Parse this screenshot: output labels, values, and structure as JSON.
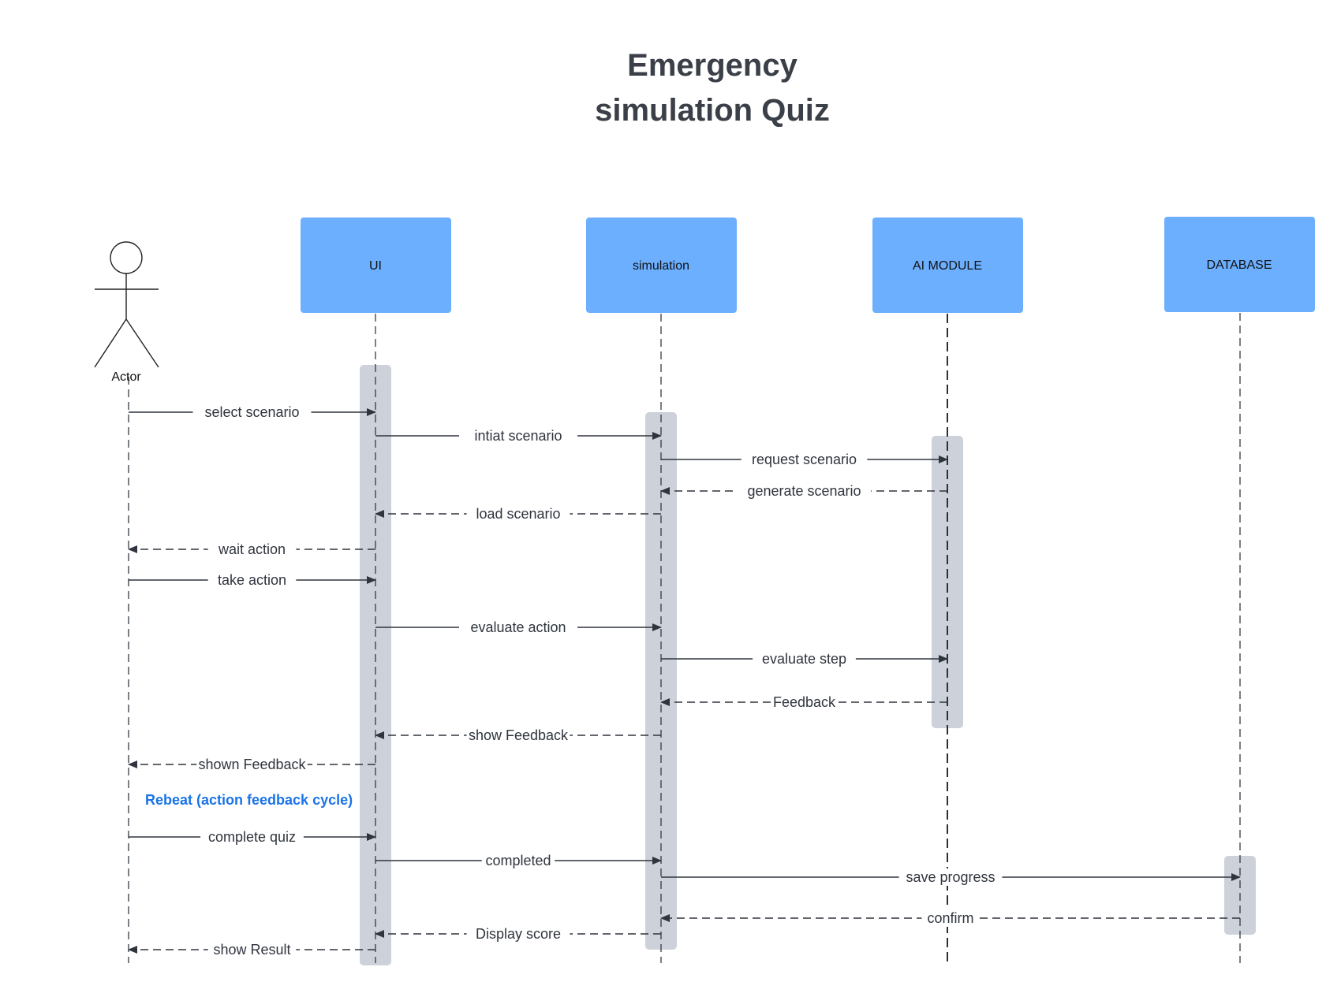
{
  "title": {
    "line1": "Emergency",
    "line2": "simulation Quiz"
  },
  "actor": {
    "label": "Actor"
  },
  "participants": [
    {
      "id": "ui",
      "label": "UI"
    },
    {
      "id": "sim",
      "label": "simulation"
    },
    {
      "id": "ai",
      "label": "AI MODULE"
    },
    {
      "id": "db",
      "label": "DATABASE"
    }
  ],
  "messages": [
    {
      "from": "actor",
      "to": "ui",
      "label": "select scenario",
      "dashed": false
    },
    {
      "from": "ui",
      "to": "sim",
      "label": "intiat scenario",
      "dashed": false
    },
    {
      "from": "sim",
      "to": "ai",
      "label": "request scenario",
      "dashed": false
    },
    {
      "from": "ai",
      "to": "sim",
      "label": "generate scenario",
      "dashed": true
    },
    {
      "from": "sim",
      "to": "ui",
      "label": "load scenario",
      "dashed": true
    },
    {
      "from": "ui",
      "to": "actor",
      "label": "wait action",
      "dashed": true
    },
    {
      "from": "actor",
      "to": "ui",
      "label": "take action",
      "dashed": false
    },
    {
      "from": "ui",
      "to": "sim",
      "label": "evaluate action",
      "dashed": false
    },
    {
      "from": "sim",
      "to": "ai",
      "label": "evaluate step",
      "dashed": false
    },
    {
      "from": "ai",
      "to": "sim",
      "label": "Feedback",
      "dashed": true
    },
    {
      "from": "sim",
      "to": "ui",
      "label": "show Feedback",
      "dashed": true
    },
    {
      "from": "ui",
      "to": "actor",
      "label": "shown Feedback",
      "dashed": true
    },
    {
      "from": "actor",
      "to": "ui",
      "label": "complete quiz",
      "dashed": false
    },
    {
      "from": "ui",
      "to": "sim",
      "label": "completed",
      "dashed": false
    },
    {
      "from": "sim",
      "to": "db",
      "label": "save progress",
      "dashed": false
    },
    {
      "from": "db",
      "to": "sim",
      "label": "confirm",
      "dashed": true
    },
    {
      "from": "sim",
      "to": "ui",
      "label": "Display score",
      "dashed": true
    },
    {
      "from": "ui",
      "to": "actor",
      "label": "show Result",
      "dashed": true
    }
  ],
  "note": {
    "text": "Rebeat (action feedback cycle)",
    "color": "#1a73e8"
  },
  "colors": {
    "participant_box": "#6cafff",
    "activation_bar": "#cdd2da",
    "text": "#2f343d"
  }
}
